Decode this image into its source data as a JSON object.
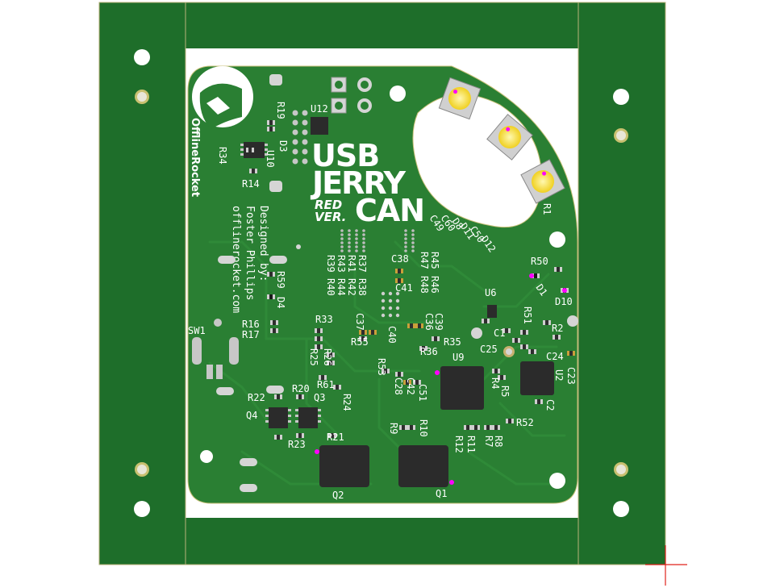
{
  "title": {
    "line1": "USB",
    "line2": "JERRY",
    "line3": "CAN",
    "variant_line1": "RED",
    "variant_line2": "VER."
  },
  "brand": "OfflineRocket",
  "credits": {
    "line1": "Designed",
    "line2": "by:",
    "line3": "Foster Phillips",
    "line4": "offlinerocket.com"
  },
  "colors": {
    "panel": "#1e6e2a",
    "panel_dark": "#17581f",
    "board": "#2a7f33",
    "trace": "#2f8a38",
    "silk": "#ffffff",
    "ic": "#2b2b2b",
    "pad": "#c7c7c7",
    "gold": "#d9a520",
    "led": "#f3e03a",
    "marker": "#ff00ff",
    "cursor": "#e0201a"
  },
  "labels": {
    "sw1": "SW1",
    "r16": "R16",
    "r17": "R17",
    "r14": "R14",
    "r34": "R34",
    "r19": "R19",
    "u12": "U12",
    "d3": "D3",
    "u10": "U10",
    "r59": "R59",
    "d4": "D4",
    "r33": "R33",
    "r25": "R25",
    "r26": "R26",
    "r61": "R61",
    "r24": "R24",
    "r22": "R22",
    "r20": "R20",
    "q3": "Q3",
    "q4": "Q4",
    "r23": "R23",
    "r21": "R21",
    "q2": "Q2",
    "q1": "Q1",
    "r9": "R9",
    "r10": "R10",
    "r11": "R11",
    "r12": "R12",
    "r8": "R8",
    "r7": "R7",
    "r52": "R52",
    "u9": "U9",
    "r53": "R53",
    "c28": "C28",
    "c42": "C42",
    "c51": "C51",
    "r55": "R55",
    "c37": "C37",
    "c40": "C40",
    "c36": "C36",
    "c39": "C39",
    "r35": "R35",
    "r36": "R36",
    "c38": "C38",
    "c41": "C41",
    "r37": "R37",
    "r38": "R38",
    "r39": "R39",
    "r40": "R40",
    "r41": "R41",
    "r42": "R42",
    "r43": "R43",
    "r44": "R44",
    "r45": "R45",
    "r46": "R46",
    "r47": "R47",
    "r48": "R48",
    "c49": "C49",
    "c60": "C60",
    "d8": "D8",
    "d11": "D11",
    "c50": "C50",
    "d12": "D12",
    "r50": "R50",
    "d1": "D1",
    "d10": "D10",
    "u6": "U6",
    "r51": "R51",
    "c1": "C1",
    "c25": "C25",
    "r2": "R2",
    "c24": "C24",
    "c23": "C23",
    "u2": "U2",
    "r4": "R4",
    "r5": "R5",
    "c2": "C2",
    "r1": "R1"
  }
}
